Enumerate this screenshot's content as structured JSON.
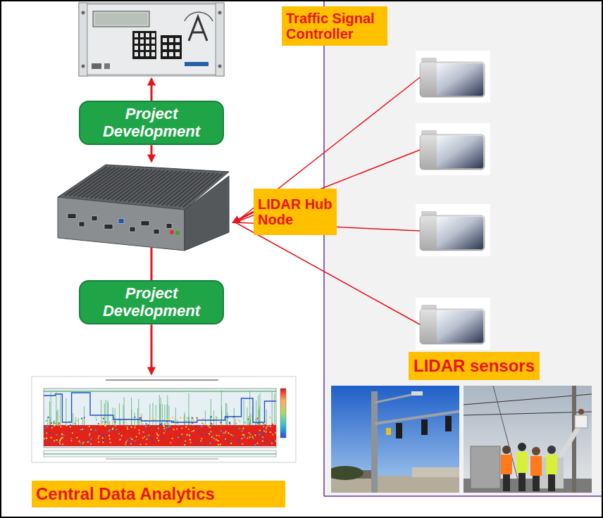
{
  "diagram": {
    "nodes": [
      {
        "text": [
          "Traffic Signal Controller"
        ]
      },
      {
        "text": [
          "Project Development"
        ]
      },
      {
        "text": [
          "LIDAR Hub Node"
        ]
      },
      {
        "text": [
          "Project Development"
        ]
      },
      {
        "text": [
          "LIDAR sensors"
        ]
      },
      {
        "text": [
          "Central Data Analytics"
        ]
      }
    ]
  }
}
